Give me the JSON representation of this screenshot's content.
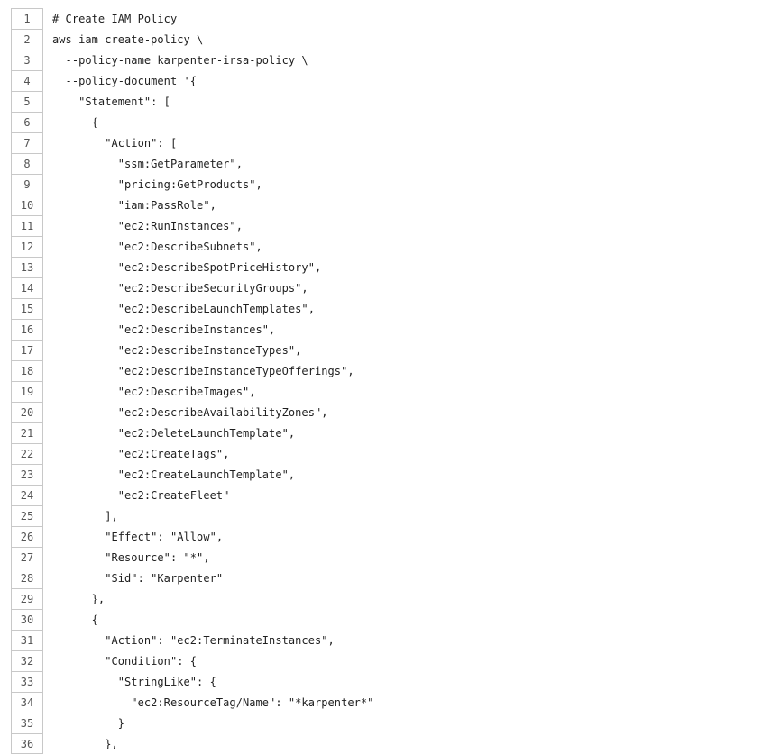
{
  "code": {
    "lines": [
      {
        "n": "1",
        "text": "# Create IAM Policy"
      },
      {
        "n": "2",
        "text": "aws iam create-policy \\"
      },
      {
        "n": "3",
        "text": "  --policy-name karpenter-irsa-policy \\"
      },
      {
        "n": "4",
        "text": "  --policy-document '{"
      },
      {
        "n": "5",
        "text": "    \"Statement\": ["
      },
      {
        "n": "6",
        "text": "      {"
      },
      {
        "n": "7",
        "text": "        \"Action\": ["
      },
      {
        "n": "8",
        "text": "          \"ssm:GetParameter\","
      },
      {
        "n": "9",
        "text": "          \"pricing:GetProducts\","
      },
      {
        "n": "10",
        "text": "          \"iam:PassRole\","
      },
      {
        "n": "11",
        "text": "          \"ec2:RunInstances\","
      },
      {
        "n": "12",
        "text": "          \"ec2:DescribeSubnets\","
      },
      {
        "n": "13",
        "text": "          \"ec2:DescribeSpotPriceHistory\","
      },
      {
        "n": "14",
        "text": "          \"ec2:DescribeSecurityGroups\","
      },
      {
        "n": "15",
        "text": "          \"ec2:DescribeLaunchTemplates\","
      },
      {
        "n": "16",
        "text": "          \"ec2:DescribeInstances\","
      },
      {
        "n": "17",
        "text": "          \"ec2:DescribeInstanceTypes\","
      },
      {
        "n": "18",
        "text": "          \"ec2:DescribeInstanceTypeOfferings\","
      },
      {
        "n": "19",
        "text": "          \"ec2:DescribeImages\","
      },
      {
        "n": "20",
        "text": "          \"ec2:DescribeAvailabilityZones\","
      },
      {
        "n": "21",
        "text": "          \"ec2:DeleteLaunchTemplate\","
      },
      {
        "n": "22",
        "text": "          \"ec2:CreateTags\","
      },
      {
        "n": "23",
        "text": "          \"ec2:CreateLaunchTemplate\","
      },
      {
        "n": "24",
        "text": "          \"ec2:CreateFleet\""
      },
      {
        "n": "25",
        "text": "        ],"
      },
      {
        "n": "26",
        "text": "        \"Effect\": \"Allow\","
      },
      {
        "n": "27",
        "text": "        \"Resource\": \"*\","
      },
      {
        "n": "28",
        "text": "        \"Sid\": \"Karpenter\""
      },
      {
        "n": "29",
        "text": "      },"
      },
      {
        "n": "30",
        "text": "      {"
      },
      {
        "n": "31",
        "text": "        \"Action\": \"ec2:TerminateInstances\","
      },
      {
        "n": "32",
        "text": "        \"Condition\": {"
      },
      {
        "n": "33",
        "text": "          \"StringLike\": {"
      },
      {
        "n": "34",
        "text": "            \"ec2:ResourceTag/Name\": \"*karpenter*\""
      },
      {
        "n": "35",
        "text": "          }"
      },
      {
        "n": "36",
        "text": "        },"
      }
    ]
  }
}
